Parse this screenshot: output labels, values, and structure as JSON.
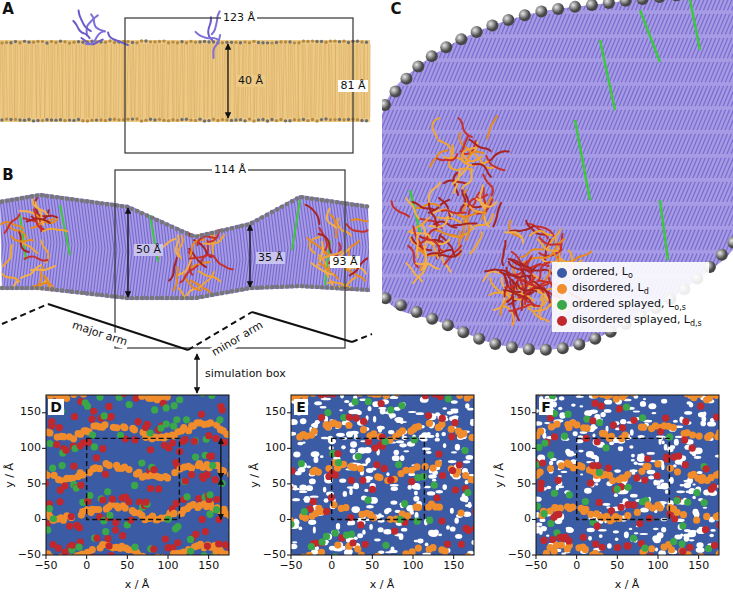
{
  "diagram": {
    "labels": [
      "A",
      "123 Å",
      "40 Å",
      "81 Å",
      "B",
      "114 Å",
      "50 Å",
      "35 Å",
      "93 Å",
      "major arm",
      "minor arm",
      "C",
      "simulation box",
      "D",
      "−50",
      "0",
      "50",
      "100",
      "150",
      "x / Å",
      "−50",
      "0",
      "50",
      "100",
      "150",
      "y / Å",
      "E",
      "−50",
      "0",
      "50",
      "100",
      "150",
      "x / Å",
      "−50",
      "0",
      "50",
      "100",
      "150",
      "y / Å",
      "F",
      "−50",
      "0",
      "50",
      "100",
      "150",
      "x / Å",
      "−50",
      "0",
      "50",
      "100",
      "150",
      "y / Å"
    ],
    "legend": [
      {
        "text": "ordered, Lo",
        "color": "#3b5ba5"
      },
      {
        "text": "disordered, Ld",
        "color": "#f08c2c"
      },
      {
        "text": "ordered splayed, Lo,s",
        "color": "#3aa84a"
      },
      {
        "text": "disordered splayed, Ld,s",
        "color": "#c0282d"
      }
    ]
  }
}
